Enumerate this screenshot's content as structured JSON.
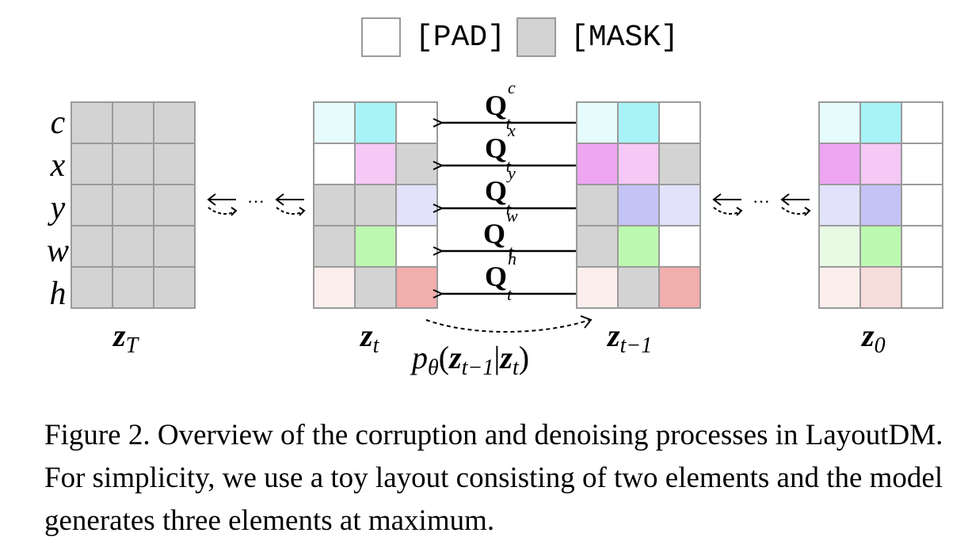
{
  "legend": {
    "pad_label": "[PAD]",
    "mask_label": "[MASK]"
  },
  "row_labels": [
    "c",
    "x",
    "y",
    "w",
    "h"
  ],
  "colors": {
    "pad": "#ffffff",
    "mask": "#d3d3d3",
    "border": "#9a9a9a"
  },
  "matrices": {
    "zT": {
      "label": "z",
      "sub": "T",
      "cells": [
        [
          "#d3d3d3",
          "#d3d3d3",
          "#d3d3d3"
        ],
        [
          "#d3d3d3",
          "#d3d3d3",
          "#d3d3d3"
        ],
        [
          "#d3d3d3",
          "#d3d3d3",
          "#d3d3d3"
        ],
        [
          "#d3d3d3",
          "#d3d3d3",
          "#d3d3d3"
        ],
        [
          "#d3d3d3",
          "#d3d3d3",
          "#d3d3d3"
        ]
      ]
    },
    "zt": {
      "label": "z",
      "sub": "t",
      "cells": [
        [
          "#e6fbfc",
          "#a8f3f6",
          "#ffffff"
        ],
        [
          "#ffffff",
          "#f5c8f5",
          "#d3d3d3"
        ],
        [
          "#d3d3d3",
          "#d3d3d3",
          "#e2e3fb"
        ],
        [
          "#d3d3d3",
          "#bdf8b0",
          "#ffffff"
        ],
        [
          "#fdeeee",
          "#d3d3d3",
          "#f2adad"
        ]
      ]
    },
    "zt1": {
      "label": "z",
      "sub": "t−1",
      "cells": [
        [
          "#e6fbfc",
          "#a8f3f6",
          "#ffffff"
        ],
        [
          "#eea5f2",
          "#f5c8f5",
          "#d3d3d3"
        ],
        [
          "#d3d3d3",
          "#c4c3f6",
          "#e2e3fb"
        ],
        [
          "#d3d3d3",
          "#bdf8b0",
          "#ffffff"
        ],
        [
          "#fdeeee",
          "#d3d3d3",
          "#f2adad"
        ]
      ]
    },
    "z0": {
      "label": "z",
      "sub": "0",
      "cells": [
        [
          "#e6fbfc",
          "#a8f3f6",
          "#ffffff"
        ],
        [
          "#eea5f2",
          "#f5c8f5",
          "#ffffff"
        ],
        [
          "#e2e3fb",
          "#c4c3f6",
          "#ffffff"
        ],
        [
          "#e8fae4",
          "#bdf8b0",
          "#ffffff"
        ],
        [
          "#fdeeee",
          "#f7dcdc",
          "#ffffff"
        ]
      ]
    }
  },
  "transitions": [
    {
      "base": "Q",
      "sup": "c",
      "sub": "t"
    },
    {
      "base": "Q",
      "sup": "x",
      "sub": "t"
    },
    {
      "base": "Q",
      "sup": "y",
      "sub": "t"
    },
    {
      "base": "Q",
      "sup": "w",
      "sub": "t"
    },
    {
      "base": "Q",
      "sup": "h",
      "sub": "t"
    }
  ],
  "ellipsis": "···",
  "denoise": {
    "p": "p",
    "theta": "θ",
    "open": "(",
    "z1": "z",
    "sub1": "t−1",
    "bar": "|",
    "z2": "z",
    "sub2": "t",
    "close": ")"
  },
  "caption": "Figure 2. Overview of the corruption and denoising processes in LayoutDM. For simplicity, we use a toy layout consisting of two elements and the model generates three elements at maximum."
}
